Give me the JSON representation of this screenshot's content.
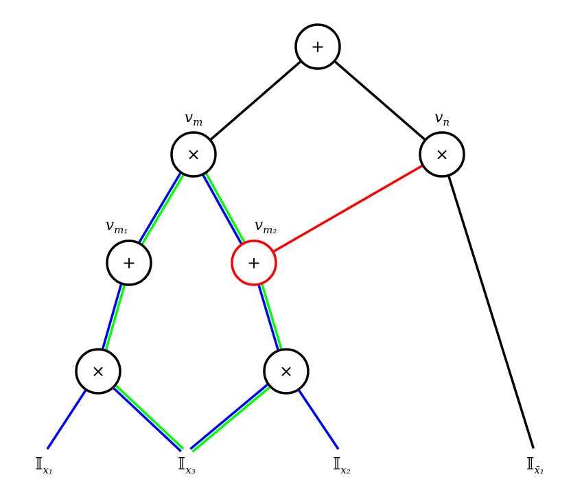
{
  "colors": {
    "default_edge": "#000000",
    "red": "#ff0000",
    "blue": "#0000ff",
    "green": "#00ff00"
  },
  "nodes": [
    {
      "id": "root",
      "op": "+",
      "label": "",
      "label_sub": "",
      "outline": "black"
    },
    {
      "id": "vm",
      "op": "×",
      "label": "v",
      "label_sub": "m",
      "outline": "black"
    },
    {
      "id": "vn",
      "op": "×",
      "label": "v",
      "label_sub": "n",
      "outline": "black"
    },
    {
      "id": "vm1",
      "op": "+",
      "label": "v",
      "label_sub": "m₁",
      "outline": "black"
    },
    {
      "id": "vm2",
      "op": "+",
      "label": "v",
      "label_sub": "m₂",
      "outline": "red"
    },
    {
      "id": "t1",
      "op": "×",
      "label": "",
      "label_sub": "",
      "outline": "black"
    },
    {
      "id": "t2",
      "op": "×",
      "label": "",
      "label_sub": "",
      "outline": "black"
    }
  ],
  "leaves": [
    {
      "id": "x1",
      "symbol": "𝕀",
      "sub": "x₁"
    },
    {
      "id": "x3",
      "symbol": "𝕀",
      "sub": "x₃"
    },
    {
      "id": "x2",
      "symbol": "𝕀",
      "sub": "x₂"
    },
    {
      "id": "xbar1",
      "symbol": "𝕀",
      "sub": "x̄₁"
    }
  ],
  "edges": [
    {
      "from": "root",
      "to": "vm",
      "style": "black"
    },
    {
      "from": "root",
      "to": "vn",
      "style": "black"
    },
    {
      "from": "vm",
      "to": "vm1",
      "style": "blue+green"
    },
    {
      "from": "vm",
      "to": "vm2",
      "style": "blue+green"
    },
    {
      "from": "vn",
      "to": "vm2",
      "style": "red"
    },
    {
      "from": "vn",
      "to": "xbar1",
      "style": "black"
    },
    {
      "from": "vm1",
      "to": "t1",
      "style": "blue+green"
    },
    {
      "from": "vm2",
      "to": "t2",
      "style": "blue+green"
    },
    {
      "from": "t1",
      "to": "x1",
      "style": "blue"
    },
    {
      "from": "t1",
      "to": "x3",
      "style": "blue+green"
    },
    {
      "from": "t2",
      "to": "x3",
      "style": "blue+green"
    },
    {
      "from": "t2",
      "to": "x2",
      "style": "blue"
    }
  ]
}
